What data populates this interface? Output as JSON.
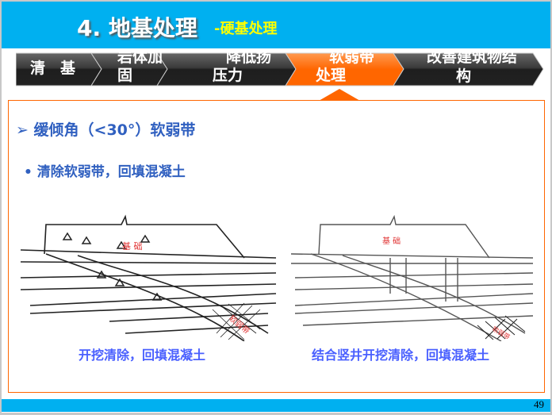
{
  "header": {
    "title": "4. 地基处理",
    "subtitle": "-硬基处理"
  },
  "nav": {
    "items": [
      {
        "label": "清　基",
        "active": false
      },
      {
        "label": "岩体加固",
        "line1": "岩体加",
        "line2": "固",
        "active": false
      },
      {
        "label": "降低扬压力",
        "line1": "降低扬",
        "line2": "压力",
        "active": false
      },
      {
        "label": "软弱带处理",
        "line1": "软弱带",
        "line2": "处理",
        "active": true
      },
      {
        "label": "改善建筑物结构",
        "line1": "改善建筑物结",
        "line2": "构",
        "active": false
      }
    ],
    "active_color": "#ff6600",
    "inactive_color": "#2a2a2a"
  },
  "content": {
    "heading": "➢ 缓倾角（<30°）软弱带",
    "bullet": "•  清除软弱带，回填混凝土",
    "figures": [
      {
        "caption": "开挖清除，回填混凝土",
        "label_foundation": "基 础",
        "label_weak": "软弱带"
      },
      {
        "caption": "结合竖井开挖清除，回填混凝土",
        "label_foundation": "基 础",
        "label_weak": "软弱带"
      }
    ]
  },
  "footer": {
    "page_number": "49"
  },
  "colors": {
    "header": "#00b0f0",
    "accent": "#ff6600",
    "text_blue": "#3060c0"
  }
}
